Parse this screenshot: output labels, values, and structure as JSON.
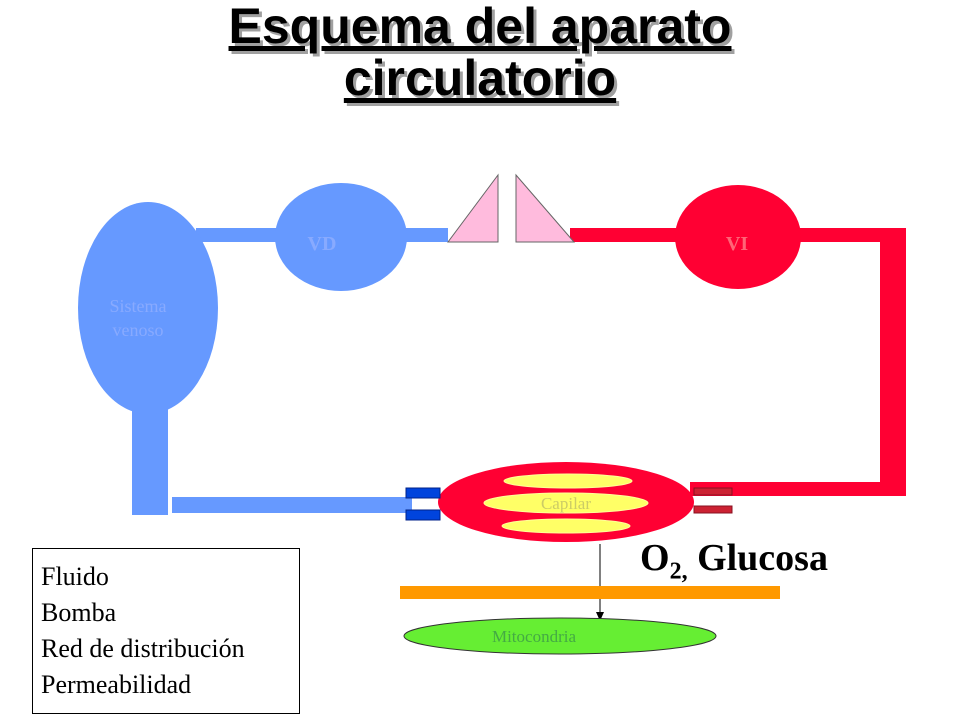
{
  "title": {
    "line1": "Esquema del aparato",
    "line2": "circulatorio"
  },
  "labels": {
    "vd": "VD",
    "vi": "VI",
    "venous_line1": "Sistema",
    "venous_line2": "venoso",
    "capillary": "Capilar",
    "mitochondria": "Mitocondria"
  },
  "exchange": {
    "o": "O",
    "sub": "2,",
    "rest": " Glucosa"
  },
  "legend": {
    "items": [
      "Fluido",
      "Bomba",
      "Red de distribución",
      "Permeabilidad"
    ]
  },
  "colors": {
    "venous": "#6699ff",
    "arterial": "#ff0033",
    "valve": "#ffbbdd",
    "capillary_vessel": "#ffff66",
    "membrane": "#ff9900",
    "mitochondria": "#66ee33",
    "venous_connector": "#0044dd",
    "arterial_connector": "#cc2233"
  }
}
